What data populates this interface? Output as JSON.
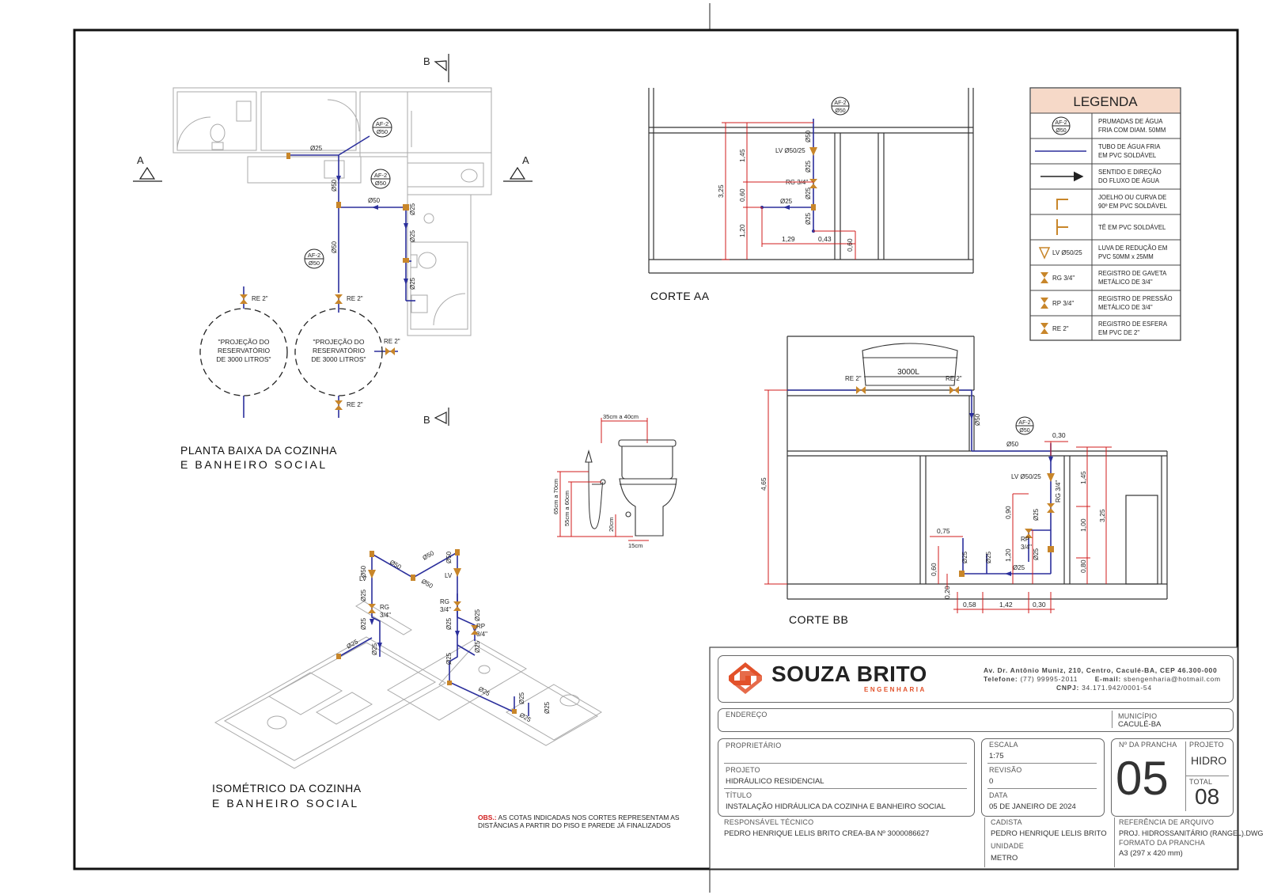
{
  "colors": {
    "water": "#2b2f9c",
    "dim": "#d11c1c",
    "fitting": "#c8862a",
    "frame": "#111111",
    "legend_header": "#f6d9c8",
    "brand": "#e2512a"
  },
  "views": {
    "plan_title_1": "PLANTA BAIXA DA COZINHA",
    "plan_title_2": "E BANHEIRO SOCIAL",
    "iso_title_1": "ISOMÉTRICO DA COZINHA",
    "iso_title_2": "E BANHEIRO SOCIAL",
    "corte_aa": "CORTE AA",
    "corte_bb": "CORTE BB",
    "section_a": "A",
    "section_b": "B"
  },
  "plan": {
    "af2": "AF-2",
    "d50": "Ø50",
    "d25": "Ø25",
    "re2": "RE 2\"",
    "reservoir_1": [
      "\"PROJEÇÃO DO",
      "RESERVATÓRIO",
      "DE 3000 LITROS\""
    ],
    "reservoir_2": [
      "\"PROJEÇÃO DO",
      "RESERVATÓRIO",
      "DE 3000 LITROS\""
    ]
  },
  "corte_aa": {
    "af2": "AF-2",
    "d50": "Ø50",
    "d25": "Ø25",
    "lv": "LV Ø50/25",
    "rg": "RG 3/4\"",
    "dims": {
      "h1": "1,45",
      "h2": "3,25",
      "h3": "0,60",
      "h4": "1,20",
      "w1": "1,29",
      "w2": "0,43",
      "h5": "0,60"
    }
  },
  "corte_bb": {
    "tank": "3000L",
    "re2": "RE 2\"",
    "af2": "AF-2",
    "d50": "Ø50",
    "d25": "Ø25",
    "lv": "LV Ø50/25",
    "rg": "RG 3/4\"",
    "rp1": "RP",
    "rp2": "3/4\"",
    "dims": {
      "total": "4,65",
      "h1": "1,45",
      "h2": "1,00",
      "h3": "0,80",
      "h4": "3,25",
      "h5": "0,90",
      "h6": "1,20",
      "h7": "0,60",
      "h8": "0,20",
      "w1": "0,75",
      "w2": "0,58",
      "w3": "1,42",
      "w4": "0,30",
      "w5": "0,30"
    }
  },
  "toilet_detail": {
    "top": "35cm a 40cm",
    "left1": "65cm a 70cm",
    "left2": "55cm a 60cm",
    "h": "20cm",
    "w": "15cm"
  },
  "iso": {
    "d50": "Ø50",
    "d25": "Ø25",
    "lv": "LV",
    "rg1": "RG",
    "rg2": "3/4\"",
    "rp1": "RP",
    "rp2": "3/4\""
  },
  "obs": {
    "prefix": "OBS.:",
    "line1": " AS COTAS INDICADAS NOS CORTES REPRESENTAM AS",
    "line2": "DISTÂNCIAS A PARTIR DO PISO E PAREDE JÁ FINALIZADOS"
  },
  "legend": {
    "title": "LEGENDA",
    "rows": [
      {
        "icon": "AF-2",
        "icon2": "Ø50",
        "t1": "PRUMADAS DE ÁGUA",
        "t2": "FRIA COM DIAM. 50MM"
      },
      {
        "icon": "",
        "t1": "TUBO DE ÁGUA FRIA",
        "t2": "EM PVC SOLDÁVEL"
      },
      {
        "icon": "",
        "t1": "SENTIDO E DIREÇÃO",
        "t2": "DO FLUXO DE ÁGUA"
      },
      {
        "icon": "",
        "t1": "JOELHO OU CURVA DE",
        "t2": "90º EM PVC SOLDÁVEL"
      },
      {
        "icon": "",
        "t1": "TÊ EM PVC SOLDÁVEL",
        "t2": ""
      },
      {
        "icon": "LV Ø50/25",
        "t1": "LUVA DE REDUÇÃO EM",
        "t2": "PVC 50MM x 25MM"
      },
      {
        "icon": "RG 3/4\"",
        "t1": "REGISTRO DE GAVETA",
        "t2": "METÁLICO DE 3/4\""
      },
      {
        "icon": "RP 3/4\"",
        "t1": "REGISTRO DE PRESSÃO",
        "t2": "METÁLICO DE 3/4\""
      },
      {
        "icon": "RE 2\"",
        "t1": "REGISTRO DE ESFERA",
        "t2": "EM PVC DE 2\""
      }
    ]
  },
  "title_block": {
    "brand": "SOUZA BRITO",
    "brand_sub": "ENGENHARIA",
    "address": "Av. Dr. Antônio Muniz, 210, Centro, Caculé-BA, CEP 46.300-000",
    "phone_label": "Telefone:",
    "phone": "(77) 99995-2011",
    "email_label": "E-mail:",
    "email": "sbengenharia@hotmail.com",
    "cnpj_label": "CNPJ:",
    "cnpj": "34.171.942/0001-54",
    "endereco_label": "ENDEREÇO",
    "endereco": "",
    "municipio_label": "MUNICÍPIO",
    "municipio": "CACULÉ-BA",
    "proprietario_label": "PROPRIETÁRIO",
    "proprietario": "",
    "projeto_label": "PROJETO",
    "projeto": "HIDRÁULICO RESIDENCIAL",
    "titulo_label": "TÍTULO",
    "titulo": "INSTALAÇÃO HIDRÁULICA DA COZINHA E BANHEIRO SOCIAL",
    "escala_label": "ESCALA",
    "escala": "1:75",
    "revisao_label": "REVISÃO",
    "revisao": "0",
    "data_label": "DATA",
    "data": "05 DE JANEIRO DE 2024",
    "prancha_label": "Nº DA PRANCHA",
    "prancha": "05",
    "projeto_tipo_label": "PROJETO",
    "projeto_tipo": "HIDRO",
    "total_label": "TOTAL",
    "total": "08",
    "resp_label": "RESPONSÁVEL TÉCNICO",
    "resp": "PEDRO HENRIQUE LELIS BRITO CREA-BA Nº 3000086627",
    "cadista_label": "CADISTA",
    "cadista": "PEDRO HENRIQUE LELIS BRITO",
    "unidade_label": "UNIDADE",
    "unidade": "METRO",
    "ref_label": "REFERÊNCIA DE ARQUIVO",
    "ref": "PROJ. HIDROSSANITÁRIO (RANGEL).dwg",
    "formato_label": "FORMATO DA PRANCHA",
    "formato": "A3 (297 x 420 mm)"
  }
}
